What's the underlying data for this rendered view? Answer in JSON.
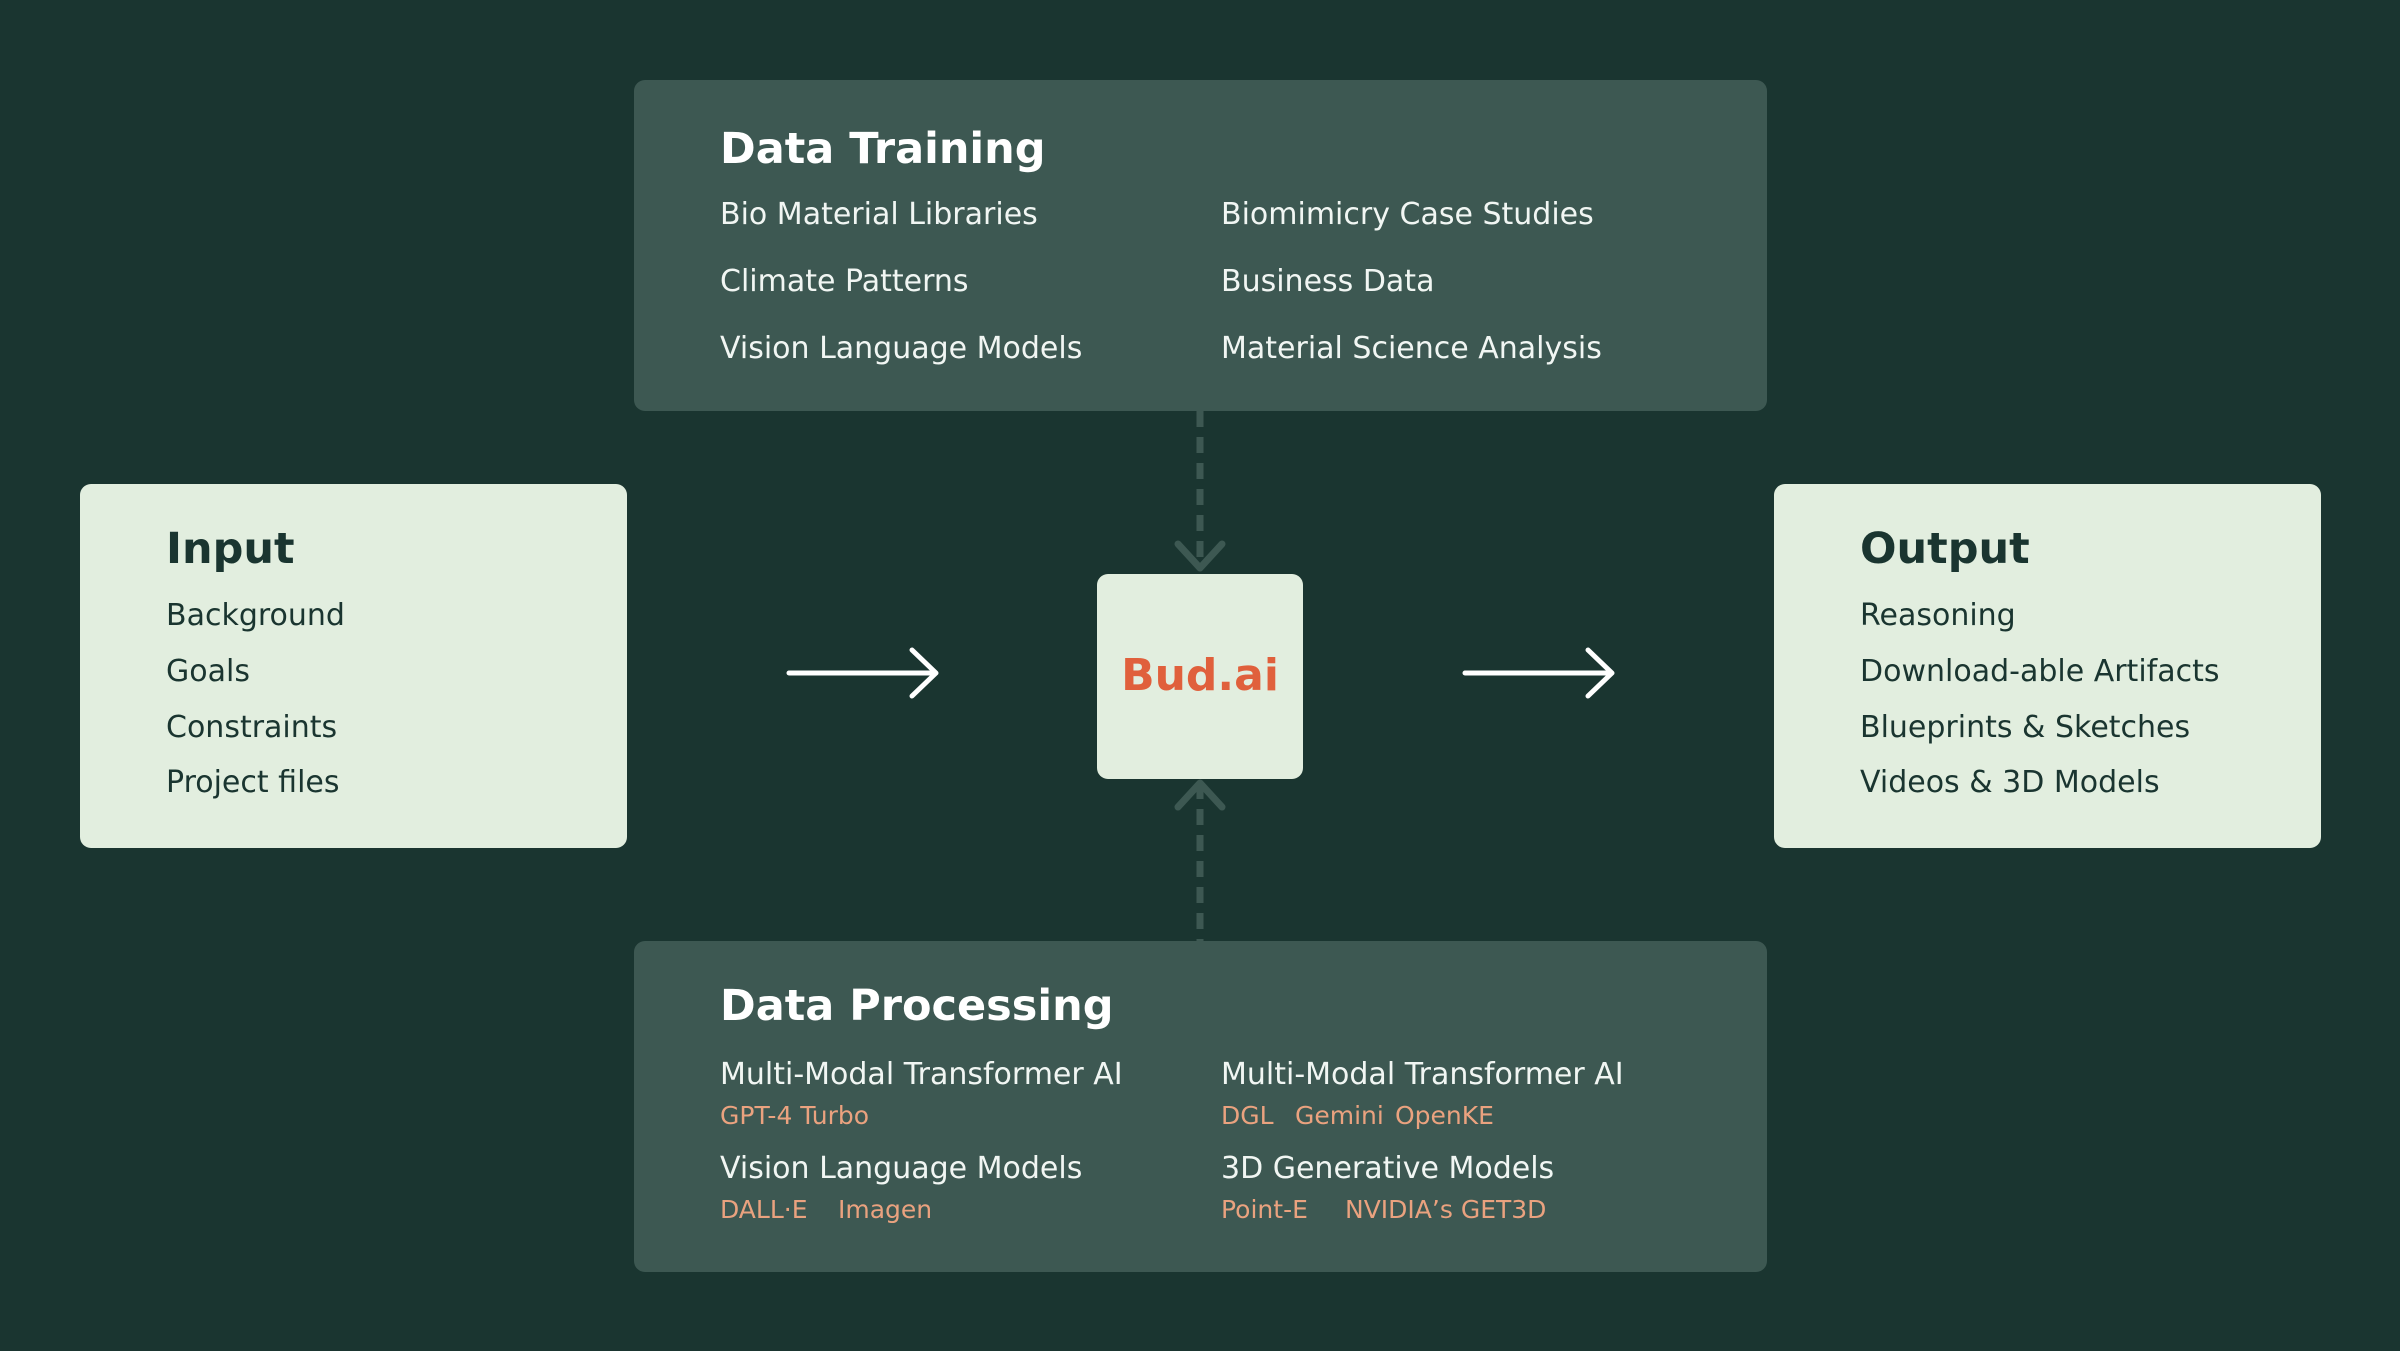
{
  "data_training": {
    "title": "Data Training",
    "col1": [
      "Bio Material Libraries",
      "Climate Patterns",
      "Vision Language Models"
    ],
    "col2": [
      "Biomimicry Case Studies",
      "Business Data",
      "Material Science Analysis"
    ]
  },
  "input": {
    "title": "Input",
    "items": [
      "Background",
      "Goals",
      "Constraints",
      "Project files"
    ]
  },
  "core": {
    "label": "Bud.ai"
  },
  "output": {
    "title": "Output",
    "items": [
      "Reasoning",
      "Download-able Artifacts",
      "Blueprints & Sketches",
      "Videos & 3D Models"
    ]
  },
  "data_processing": {
    "title": "Data Processing",
    "groups": [
      {
        "name": "Multi-Modal Transformer AI",
        "models": [
          "GPT-4 Turbo"
        ]
      },
      {
        "name": "Multi-Modal Transformer AI",
        "models": [
          "DGL",
          "Gemini",
          "OpenKE"
        ]
      },
      {
        "name": "Vision Language Models",
        "models": [
          "DALL·E",
          "Imagen"
        ]
      },
      {
        "name": "3D Generative Models",
        "models": [
          "Point-E",
          "NVIDIA’s GET3D"
        ]
      }
    ]
  },
  "colors": {
    "background": "#1a3530",
    "dark_card": "#3d5852",
    "light_card": "#e2eedf",
    "accent": "#e0603c",
    "model_text": "#eaa27f"
  }
}
